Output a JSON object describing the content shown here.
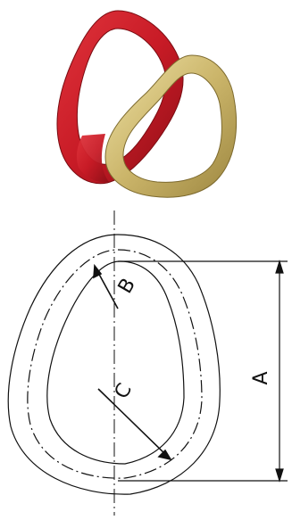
{
  "photo": {
    "ring_large_color": "#cc1f2b",
    "ring_small_color": "#d4c27a"
  },
  "drawing": {
    "labels": {
      "A": "A",
      "B": "B",
      "C": "C"
    },
    "line_color": "#111111"
  }
}
